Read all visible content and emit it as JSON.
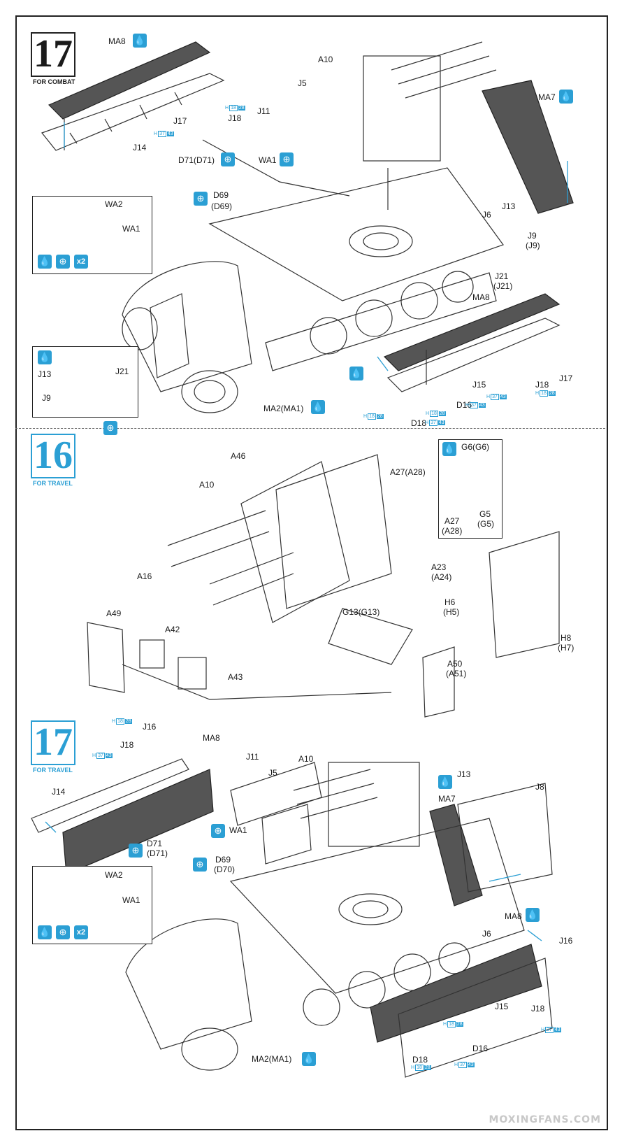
{
  "steps": [
    {
      "number": "17",
      "subtitle": "FOR COMBAT"
    },
    {
      "number": "16",
      "subtitle": "FOR TRAVEL"
    },
    {
      "number": "17",
      "subtitle": "FOR TRAVEL"
    }
  ],
  "s1": {
    "labels": [
      "MA8",
      "A10",
      "J5",
      "J11",
      "MA7",
      "J17",
      "J18",
      "J14",
      "D71(D71)",
      "WA1",
      "D69",
      "(D69)",
      "WA2",
      "WA1",
      "J13",
      "J6",
      "J9",
      "(J9)",
      "J21",
      "(J21)",
      "MA8",
      "J13",
      "J21",
      "J9",
      "J15",
      "J18",
      "J17",
      "D16",
      "D18",
      "MA2(MA1)"
    ]
  },
  "s2": {
    "labels": [
      "A46",
      "A10",
      "A27(A28)",
      "G6(G6)",
      "G5",
      "(G5)",
      "A27",
      "(A28)",
      "A16",
      "A23",
      "(A24)",
      "H6",
      "(H5)",
      "A49",
      "A42",
      "G13(G13)",
      "H8",
      "(H7)",
      "A43",
      "A50",
      "(A51)"
    ]
  },
  "s3": {
    "labels": [
      "J16",
      "MA8",
      "J18",
      "J11",
      "A10",
      "J5",
      "J13",
      "J8",
      "J14",
      "MA7",
      "WA1",
      "D71",
      "(D71)",
      "D69",
      "(D70)",
      "WA2",
      "WA1",
      "MA8",
      "J16",
      "J6",
      "J15",
      "J18",
      "D16",
      "D18",
      "MA2(MA1)"
    ]
  },
  "chips": [
    {
      "h": "H",
      "a": "18",
      "b": "28"
    },
    {
      "h": "H",
      "a": "37",
      "b": "43"
    },
    {
      "h": "H",
      "a": "37",
      "b": "43"
    },
    {
      "h": "H",
      "a": "18",
      "b": "28"
    },
    {
      "h": "H",
      "a": "18",
      "b": "28"
    },
    {
      "h": "H",
      "a": "37",
      "b": "43"
    },
    {
      "h": "H",
      "a": "18",
      "b": "28"
    },
    {
      "h": "H",
      "a": "37",
      "b": "43"
    },
    {
      "h": "H",
      "a": "18",
      "b": "28"
    },
    {
      "h": "H",
      "a": "37",
      "b": "43"
    },
    {
      "h": "H",
      "a": "18",
      "b": "28"
    },
    {
      "h": "H",
      "a": "37",
      "b": "43"
    },
    {
      "h": "H",
      "a": "18",
      "b": "28"
    },
    {
      "h": "H",
      "a": "37",
      "b": "43"
    }
  ],
  "icons": {
    "glue": "💧",
    "assemble": "⊕",
    "x2": "x2"
  },
  "watermark": "MOXINGFANS.COM",
  "colors": {
    "accent": "#2b9fd4",
    "ink": "#222222"
  }
}
